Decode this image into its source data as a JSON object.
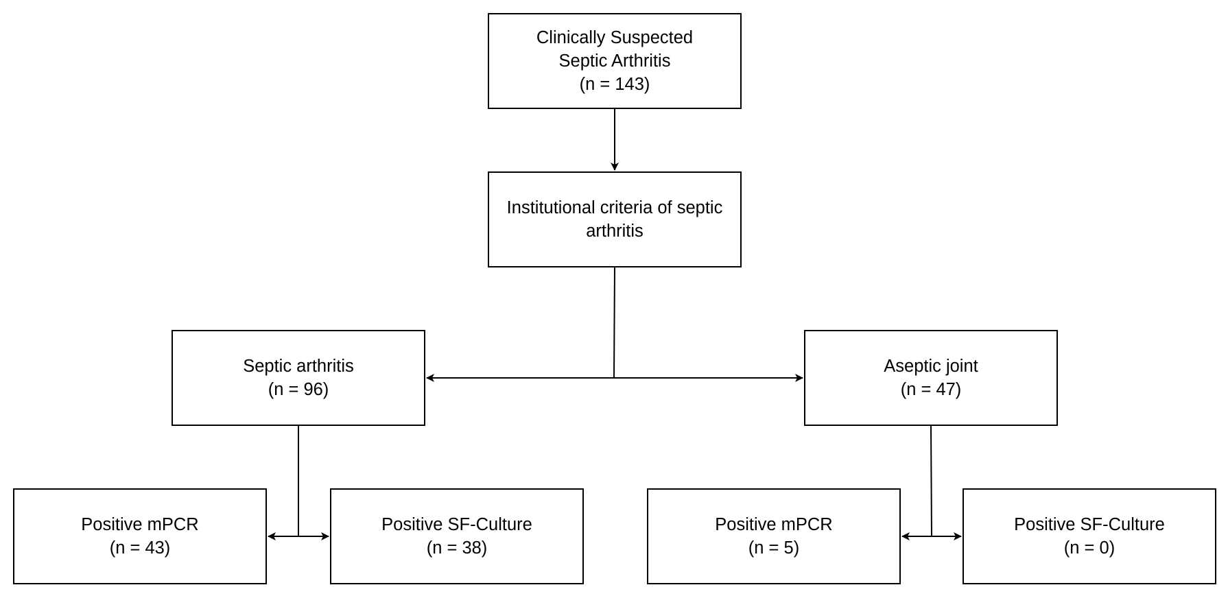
{
  "flowchart": {
    "root": {
      "line1": "Clinically Suspected",
      "line2": "Septic Arthritis",
      "line3": "(n = 143)"
    },
    "criteria": {
      "line1": "Institutional criteria of septic",
      "line2": "arthritis"
    },
    "septic": {
      "line1": "Septic arthritis",
      "line2": "(n = 96)"
    },
    "aseptic": {
      "line1": "Aseptic joint",
      "line2": "(n = 47)"
    },
    "septic_mpcr": {
      "line1": "Positive mPCR",
      "line2": "(n = 43)"
    },
    "septic_culture": {
      "line1": "Positive SF-Culture",
      "line2": "(n = 38)"
    },
    "aseptic_mpcr": {
      "line1": "Positive mPCR",
      "line2": "(n = 5)"
    },
    "aseptic_culture": {
      "line1": "Positive SF-Culture",
      "line2": "(n = 0)"
    }
  },
  "colors": {
    "stroke": "#000000",
    "fill": "#ffffff"
  }
}
